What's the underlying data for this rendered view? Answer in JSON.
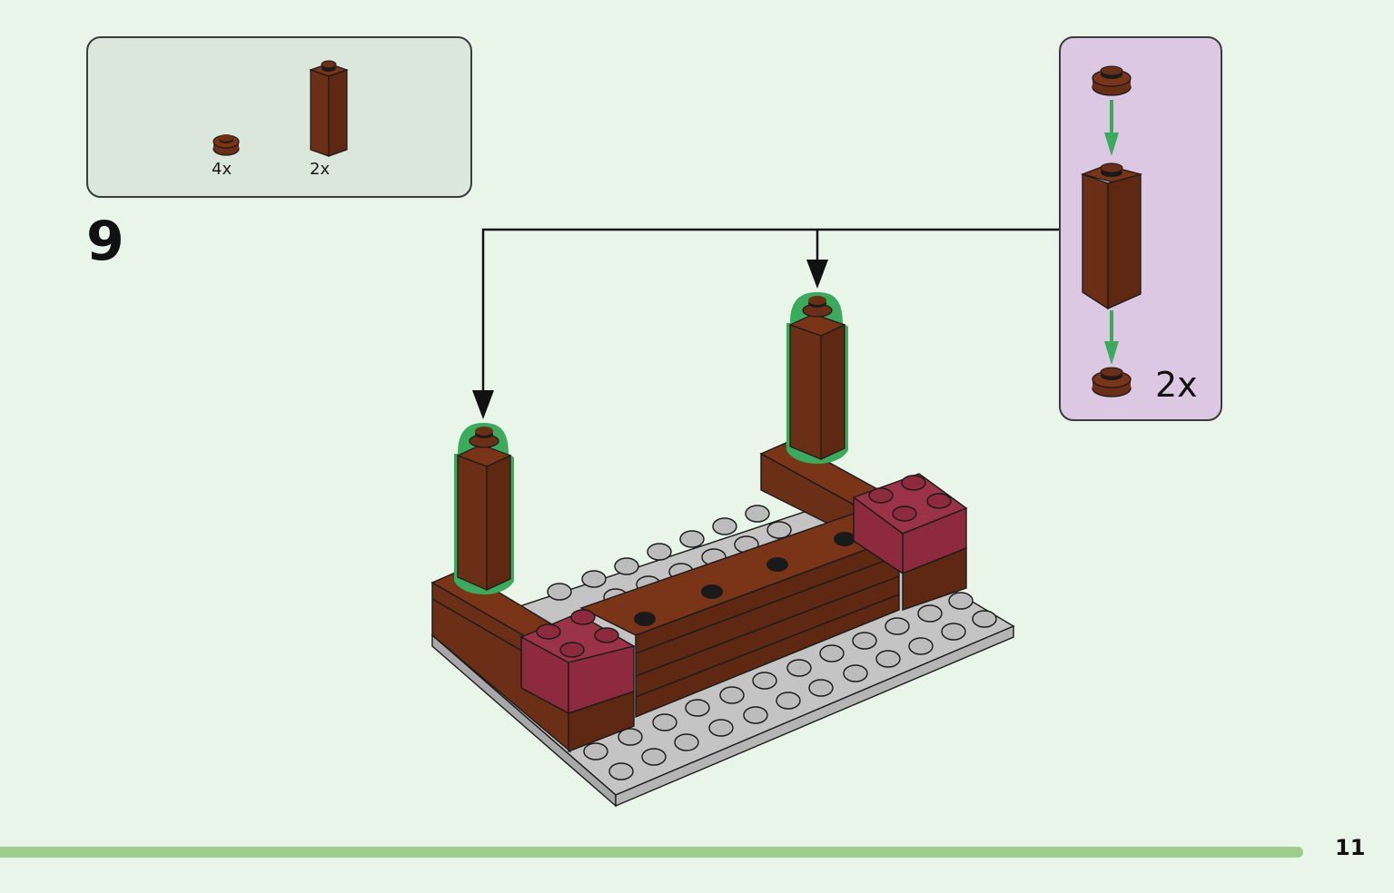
{
  "page": {
    "step_number": "9",
    "page_number": "11",
    "progress_fraction": 0.935
  },
  "parts_list": {
    "items": [
      {
        "part": "round-plate-1x1",
        "color": "reddish-brown",
        "quantity": "4x"
      },
      {
        "part": "brick-1x1x3",
        "color": "reddish-brown",
        "quantity": "2x"
      }
    ]
  },
  "sub_assembly": {
    "description": "round plate on top and bottom of 1x1x3 brick",
    "quantity": "2x"
  },
  "colors": {
    "background": "#eaf5ea",
    "parts_box": "#dbe7da",
    "sub_box": "#dcc8e2",
    "brown": "#6b2e16",
    "brown_dark": "#5a2610",
    "magenta": "#8e2a3e",
    "gray_plate": "#c4c4c4",
    "highlight_green": "#3aaa5c",
    "progress": "#9ecc8e"
  }
}
